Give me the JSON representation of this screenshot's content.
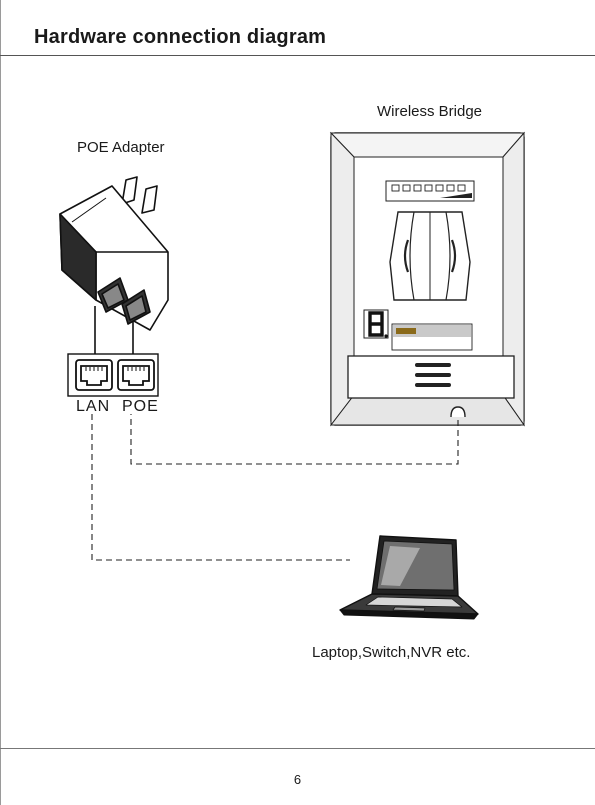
{
  "page": {
    "title": "Hardware connection diagram",
    "page_number": "6"
  },
  "devices": {
    "bridge_label": "Wireless Bridge",
    "poe_adapter_label": "POE Adapter",
    "port_lan_label": "LAN",
    "port_poe_label": "POE",
    "client_label": "Laptop,Switch,NVR etc."
  },
  "icons": [
    "poe-adapter-icon",
    "rj45-port-icon",
    "wireless-bridge-icon",
    "laptop-icon",
    "seven-segment-display-icon"
  ]
}
